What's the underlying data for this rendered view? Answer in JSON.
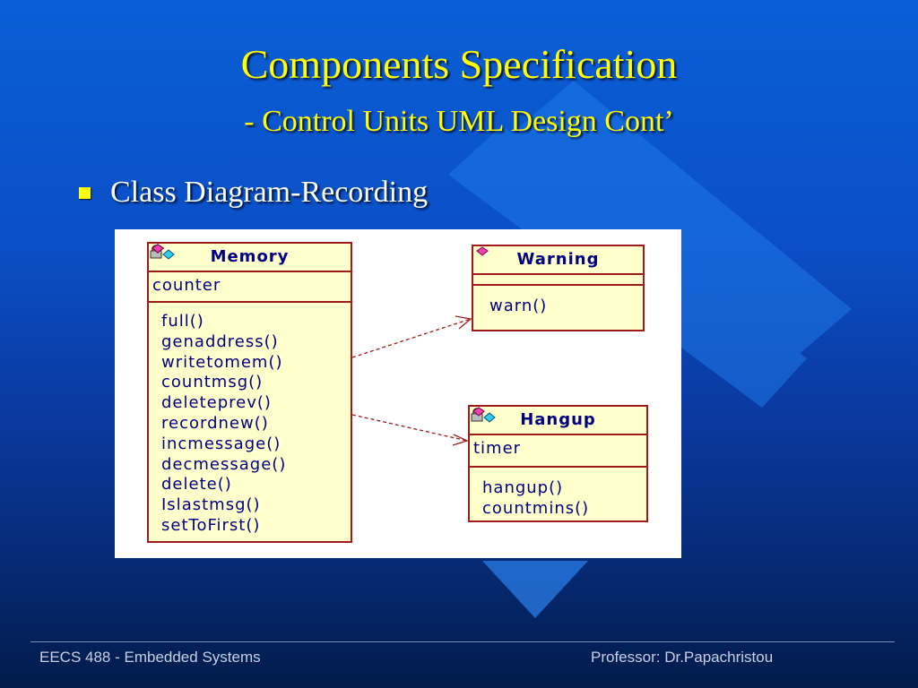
{
  "slide": {
    "title": "Components Specification",
    "subtitle": "- Control Units UML Design Cont’",
    "bullet": "Class Diagram-Recording",
    "footer_left": "EECS 488 - Embedded Systems",
    "footer_right": "Professor: Dr.Papachristou",
    "colors": {
      "title": "#ffff00",
      "bullet_text": "#ffffff",
      "uml_fill": "#ffffcc",
      "uml_border": "#a01c1c",
      "uml_text": "#000080",
      "arrow": "#a01c1c"
    }
  },
  "diagram": {
    "memory": {
      "name": "Memory",
      "attributes": [
        "counter"
      ],
      "operations": [
        "full()",
        "genaddress()",
        "writetomem()",
        "countmsg()",
        "deleteprev()",
        "recordnew()",
        "incmessage()",
        "decmessage()",
        "delete()",
        "Islastmsg()",
        "setToFirst()"
      ]
    },
    "warning": {
      "name": "Warning",
      "attributes": [],
      "operations": [
        "warn()"
      ]
    },
    "hangup": {
      "name": "Hangup",
      "attributes": [
        "timer"
      ],
      "operations": [
        "hangup()",
        "countmins()"
      ]
    },
    "dependencies": [
      {
        "from": "Memory",
        "to": "Warning",
        "style": "dashed"
      },
      {
        "from": "Memory",
        "to": "Hangup",
        "style": "dashed"
      }
    ]
  }
}
